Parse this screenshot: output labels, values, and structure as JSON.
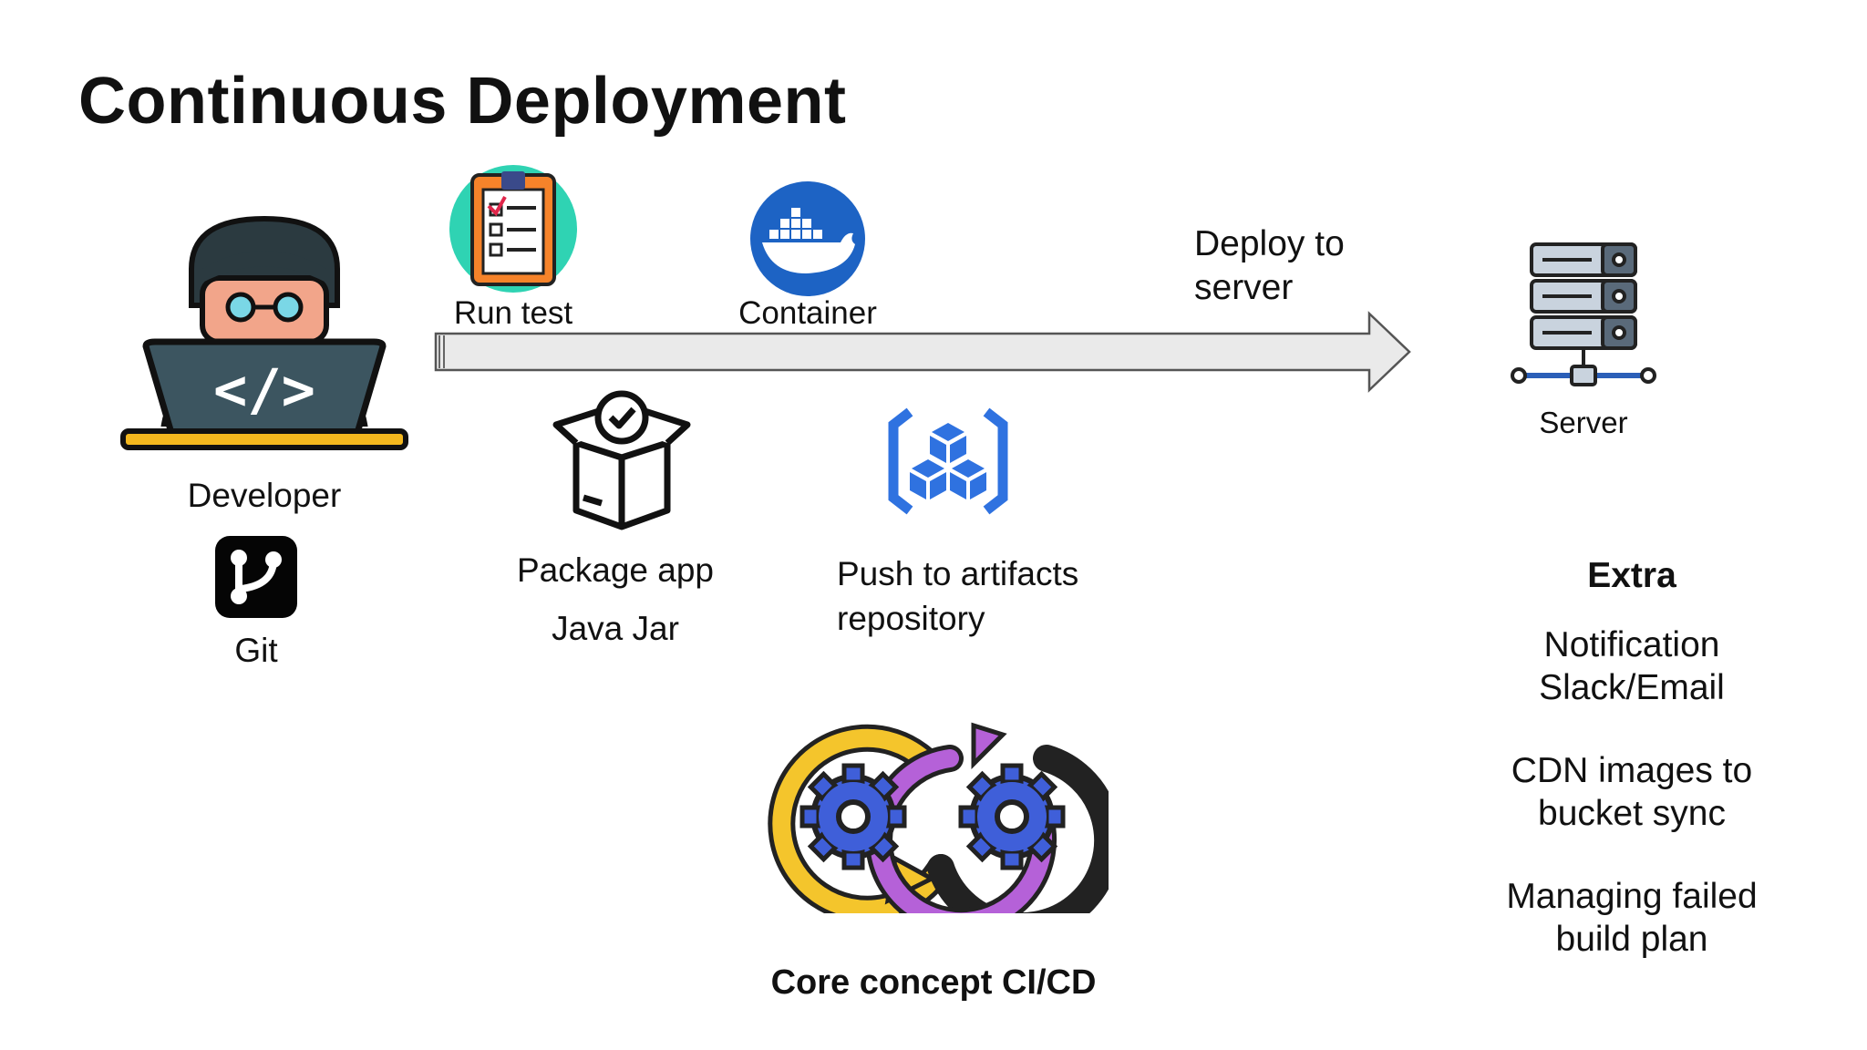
{
  "slide": {
    "title": "Continuous Deployment"
  },
  "developer": {
    "label": "Developer",
    "icon": "developer-laptop-icon"
  },
  "git": {
    "label": "Git",
    "icon": "git-branch-icon"
  },
  "pipeline": {
    "run_test": {
      "label": "Run test",
      "icon": "checklist-icon"
    },
    "container": {
      "label": "Container",
      "icon": "docker-whale-icon"
    },
    "deploy_line1": "Deploy to",
    "deploy_line2": "server",
    "arrow_color": "#eaeaea"
  },
  "package": {
    "line1": "Package app",
    "line2": "Java Jar",
    "icon": "package-box-icon"
  },
  "artifacts": {
    "line1": "Push to artifacts",
    "line2": "repository",
    "icon": "artifact-registry-icon"
  },
  "server": {
    "label": "Server",
    "icon": "server-rack-icon"
  },
  "extra": {
    "heading": "Extra",
    "items": [
      {
        "line1": "Notification",
        "line2": "Slack/Email"
      },
      {
        "line1": "CDN images to",
        "line2": "bucket sync"
      },
      {
        "line1": "Managing failed",
        "line2": "build plan"
      }
    ]
  },
  "core": {
    "label": "Core concept CI/CD",
    "icon": "cicd-gears-icon"
  },
  "colors": {
    "docker_blue": "#1d63c4",
    "artifact_blue": "#2f72e0",
    "gear_blue": "#3f5fd9",
    "gear_yellow": "#f4c52c",
    "gear_purple": "#b561d8",
    "checklist_orange": "#f6832a",
    "checklist_teal": "#2fd3b3"
  }
}
